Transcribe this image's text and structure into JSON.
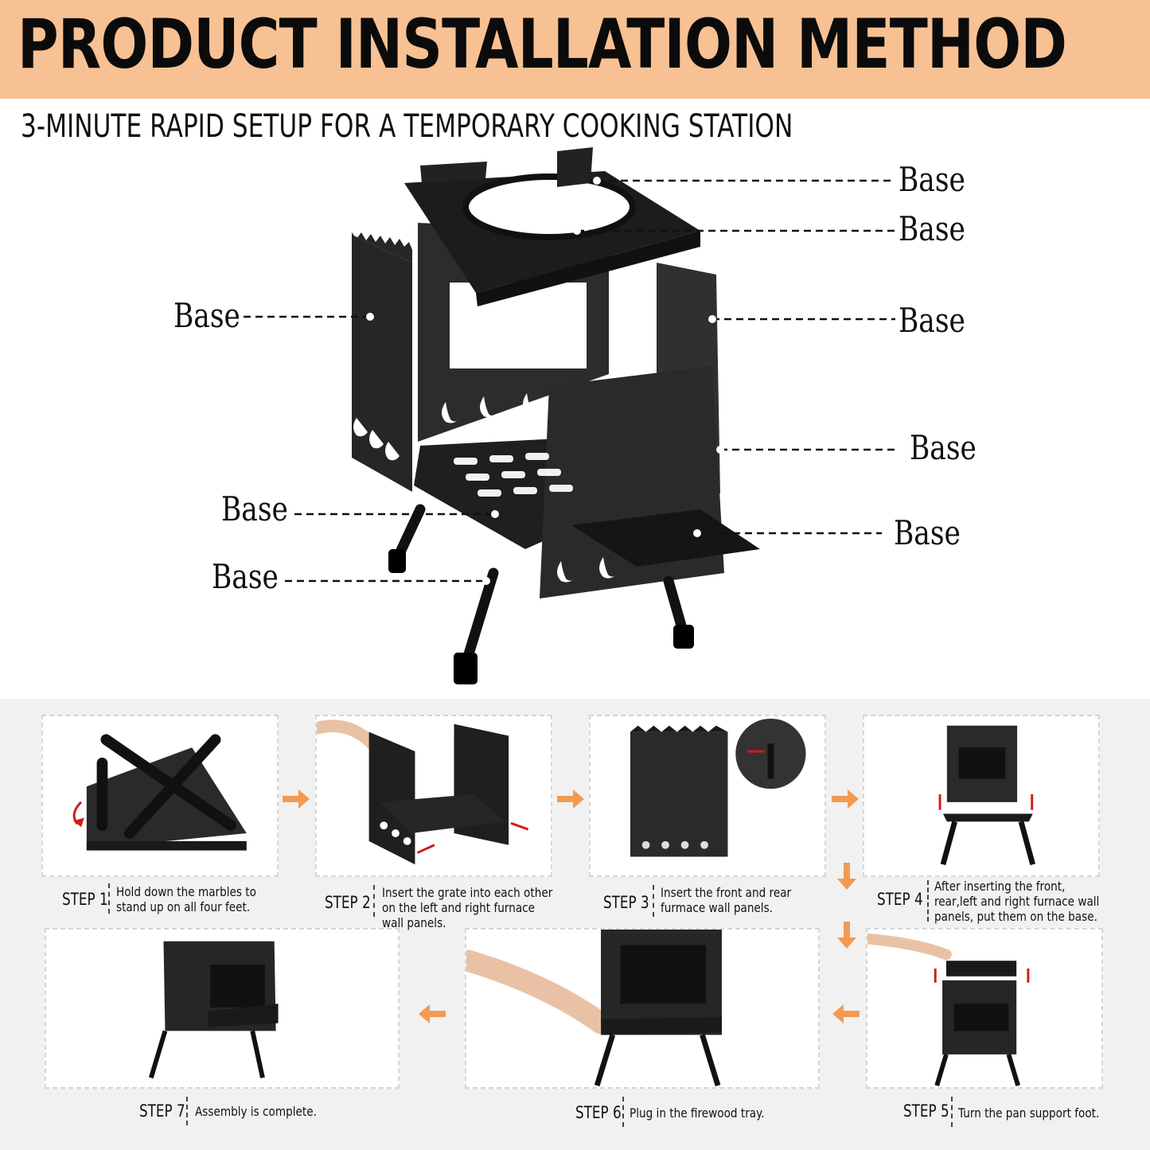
{
  "header": {
    "title": "PRODUCT INSTALLATION METHOD",
    "subtitle": "3-MINUTE RAPID SETUP FOR A TEMPORARY COOKING STATION"
  },
  "callouts": [
    "Base",
    "Base",
    "Base",
    "Base",
    "Base",
    "Base",
    "Base"
  ],
  "steps": [
    {
      "label": "STEP 1",
      "desc": "Hold down the marbles to stand up on all four feet."
    },
    {
      "label": "STEP 2",
      "desc": "Insert the grate into each other on the left and right furnace wall panels."
    },
    {
      "label": "STEP 3",
      "desc": "Insert the front and rear furmace wall panels."
    },
    {
      "label": "STEP 4",
      "desc": "After inserting the front, rear,left and right furnace wall panels, put them on the base."
    },
    {
      "label": "STEP 5",
      "desc": "Turn the pan support foot."
    },
    {
      "label": "STEP 6",
      "desc": "Plug in the firewood tray."
    },
    {
      "label": "STEP 7",
      "desc": "Assembly is complete."
    }
  ],
  "colors": {
    "banner": "#f8c193",
    "arrow": "#f39a52",
    "red_arrow": "#d11a1a",
    "steel": "#1e1e1e"
  }
}
